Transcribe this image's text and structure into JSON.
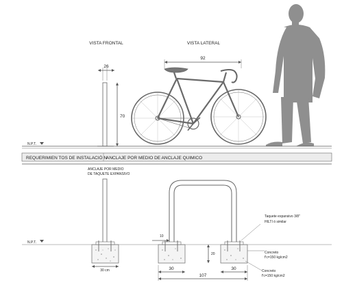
{
  "views": {
    "front_title": "VISTA FRONTAL",
    "side_title": "VISTA LATERAL"
  },
  "dimensions": {
    "post_width": "26",
    "post_height": "70",
    "bike_length": "92",
    "offset": "10",
    "foundation_depth": "20",
    "foundation_left": "30",
    "foundation_right": "30",
    "total_width": "107",
    "foundation_width_cm": "30 cm"
  },
  "ground": {
    "top_label": "N.P.T.",
    "bottom_label": "N.P.T."
  },
  "band": {
    "left": "REQUERIMIEN TOS DE INSTALACIÓ N",
    "right": "ANCLAJE POR MEDIO DE ANCLAJE QUIMICO"
  },
  "notes": {
    "expansive_line1": "ANCLAJE POR MEDIO",
    "expansive_line2": "DE TAQUETE EXPANSIVO",
    "taquete_line1": "Taquete expansivo 3/8\"",
    "taquete_line2": "HILTI ó similar",
    "concrete1_line1": "Concreto",
    "concrete1_line2": "f'c=150 kg/cm2",
    "concrete2_line1": "Concreto",
    "concrete2_line2": "f'c=150 kg/cm2"
  },
  "colors": {
    "line": "#555555",
    "person": "#8f8f8f",
    "band": "#e8e8e8"
  }
}
